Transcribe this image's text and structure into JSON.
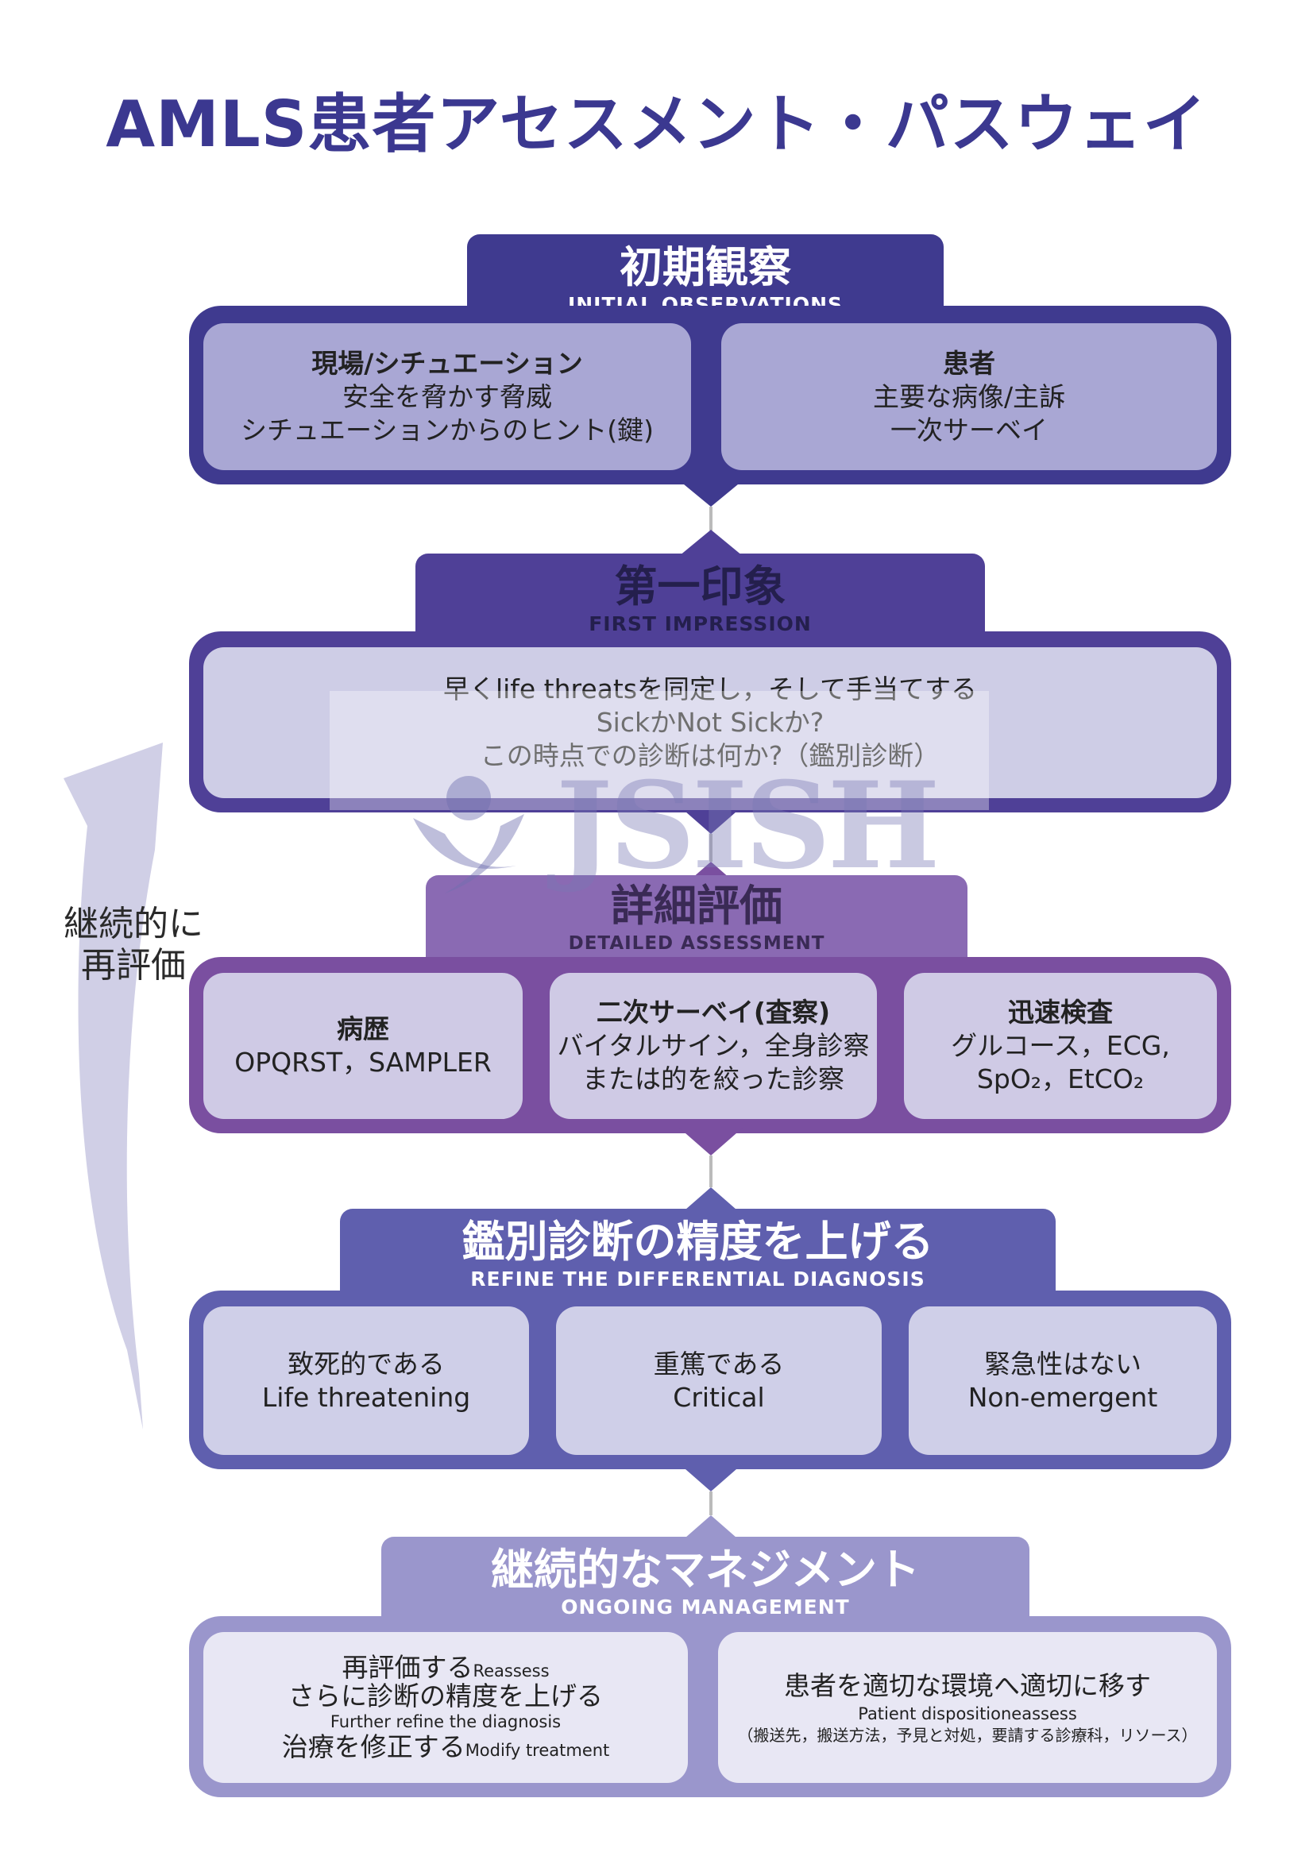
{
  "title": "AMLS患者アセスメント・パスウェイ",
  "colors": {
    "title": "#3b3890",
    "stage1": "#3f3a8f",
    "stage2": "#4f4097",
    "stage3": "#7a4fa0",
    "stage4": "#5f5fae",
    "stage5": "#9a96cc",
    "loop_arrow": "#d0cfe6"
  },
  "loop_label": {
    "line1": "継続的に",
    "line2": "再評価"
  },
  "watermark": {
    "text": "JSISH"
  },
  "stages": [
    {
      "title_jp": "初期観察",
      "title_en": "INITIAL OBSERVATIONS",
      "cells": [
        {
          "heading": "現場/シチュエーション",
          "lines": [
            "安全を脅かす脅威",
            "シチュエーションからのヒント(鍵)"
          ]
        },
        {
          "heading": "患者",
          "lines": [
            "主要な病像/主訴",
            "一次サーベイ"
          ]
        }
      ]
    },
    {
      "title_jp": "第一印象",
      "title_en": "FIRST IMPRESSION",
      "cells": [
        {
          "lines": [
            "早くlife threatsを同定し，そして手当てする",
            "SickかNot Sickか?",
            "この時点での診断は何か?（鑑別診断）"
          ]
        }
      ]
    },
    {
      "title_jp": "詳細評価",
      "title_en": "DETAILED ASSESSMENT",
      "cells": [
        {
          "heading": "病歴",
          "lines": [
            "OPQRST，SAMPLER"
          ]
        },
        {
          "heading": "二次サーベイ(査察)",
          "lines": [
            "バイタルサイン，全身診察",
            "または的を絞った診察"
          ]
        },
        {
          "heading": "迅速検査",
          "lines": [
            "グルコース，ECG,",
            "SpO₂，EtCO₂"
          ]
        }
      ]
    },
    {
      "title_jp": "鑑別診断の精度を上げる",
      "title_en": "REFINE THE DIFFERENTIAL DIAGNOSIS",
      "cells": [
        {
          "lines": [
            "致死的である",
            "Life threatening"
          ]
        },
        {
          "lines": [
            "重篤である",
            "Critical"
          ]
        },
        {
          "lines": [
            "緊急性はない",
            "Non-emergent"
          ]
        }
      ]
    },
    {
      "title_jp": "継続的なマネジメント",
      "title_en": "ONGOING MANAGEMENT",
      "cells": [
        {
          "items": [
            {
              "main": "再評価する",
              "sub": "Reassess"
            },
            {
              "main": "さらに診断の精度を上げる",
              "sub": ""
            },
            {
              "main": "",
              "sub": "Further refine the diagnosis"
            },
            {
              "main": "治療を修正する",
              "sub": "Modify treatment"
            }
          ]
        },
        {
          "main": "患者を適切な環境へ適切に移す",
          "sub": "Patient dispositioneassess",
          "note": "（搬送先，搬送方法，予見と対処，要請する診療科，リソース）"
        }
      ]
    }
  ]
}
